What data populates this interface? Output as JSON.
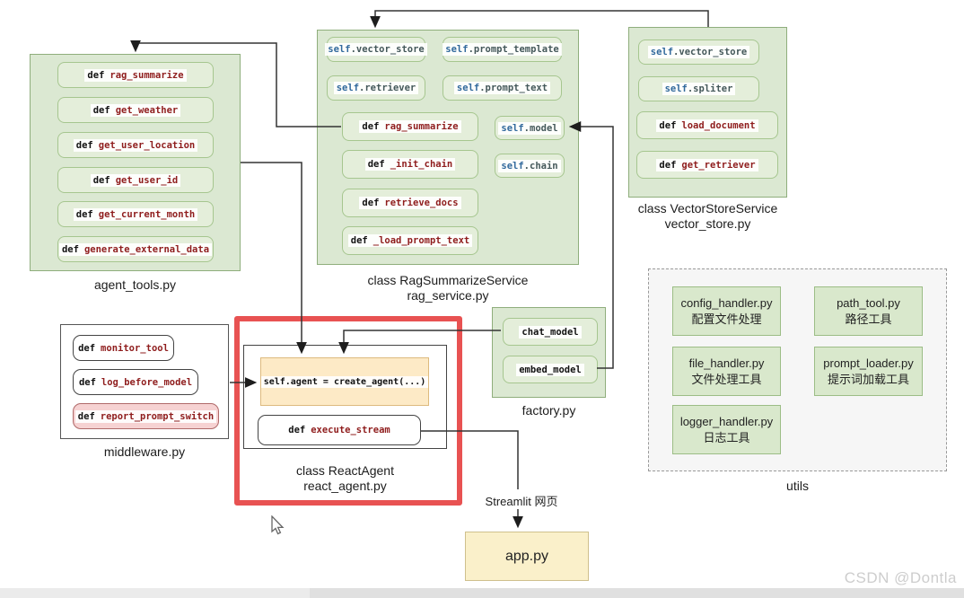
{
  "watermark": "CSDN @Dontla",
  "streamlit_label": "Streamlit 网页",
  "colors": {
    "green_fill": "#dbe8d2",
    "green_border": "#8fae7c",
    "red_highlight": "#e85252",
    "orange_fill": "#fdeac6",
    "yellow_fill": "#faf0ca",
    "def_keyword": "#111111",
    "function_name": "#8f1d1d",
    "self_keyword": "#31699c"
  },
  "agent_tools": {
    "caption": "agent_tools.py",
    "functions": [
      {
        "kw": "def",
        "name": "rag_summarize"
      },
      {
        "kw": "def",
        "name": "get_weather"
      },
      {
        "kw": "def",
        "name": "get_user_location"
      },
      {
        "kw": "def",
        "name": "get_user_id"
      },
      {
        "kw": "def",
        "name": "get_current_month"
      },
      {
        "kw": "def",
        "name": "generate_external_data"
      }
    ]
  },
  "rag_service": {
    "caption_line1": "class RagSummarizeService",
    "caption_line2": "rag_service.py",
    "attrs": [
      {
        "obj": "self",
        "attr": ".vector_store"
      },
      {
        "obj": "self",
        "attr": ".prompt_template"
      },
      {
        "obj": "self",
        "attr": ".retriever"
      },
      {
        "obj": "self",
        "attr": ".prompt_text"
      },
      {
        "obj": "self",
        "attr": ".model"
      },
      {
        "obj": "self",
        "attr": ".chain"
      }
    ],
    "functions": [
      {
        "kw": "def",
        "name": "rag_summarize"
      },
      {
        "kw": "def",
        "name": "_init_chain"
      },
      {
        "kw": "def",
        "name": "retrieve_docs"
      },
      {
        "kw": "def",
        "name": "_load_prompt_text"
      }
    ]
  },
  "vector_store": {
    "caption_line1": "class VectorStoreService",
    "caption_line2": "vector_store.py",
    "attrs": [
      {
        "obj": "self",
        "attr": ".vector_store"
      },
      {
        "obj": "self",
        "attr": ".spliter"
      }
    ],
    "functions": [
      {
        "kw": "def",
        "name": "load_document"
      },
      {
        "kw": "def",
        "name": "get_retriever"
      }
    ]
  },
  "factory": {
    "caption": "factory.py",
    "items": [
      "chat_model",
      "embed_model"
    ]
  },
  "utils": {
    "caption": "utils",
    "items": [
      {
        "file": "config_handler.py",
        "desc": "配置文件处理"
      },
      {
        "file": "path_tool.py",
        "desc": "路径工具"
      },
      {
        "file": "file_handler.py",
        "desc": "文件处理工具"
      },
      {
        "file": "prompt_loader.py",
        "desc": "提示词加载工具"
      },
      {
        "file": "logger_handler.py",
        "desc": "日志工具"
      }
    ]
  },
  "middleware": {
    "caption": "middleware.py",
    "functions": [
      {
        "kw": "def",
        "name": "monitor_tool"
      },
      {
        "kw": "def",
        "name": "log_before_model"
      },
      {
        "kw": "def",
        "name": "report_prompt_switch"
      }
    ]
  },
  "react_agent": {
    "caption_line1": "class ReactAgent",
    "caption_line2": "react_agent.py",
    "agent_line": "self.agent = create_agent(...)",
    "execute_fn": {
      "kw": "def",
      "name": "execute_stream"
    }
  },
  "app": {
    "label": "app.py"
  }
}
